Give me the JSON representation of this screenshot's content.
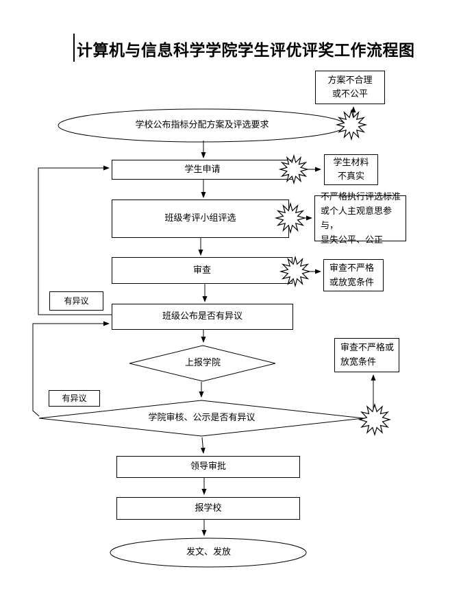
{
  "title": "计算机与信息科学学院学生评优评奖工作流程图",
  "flow": {
    "school_publish": "学校公布指标分配方案及评选要求",
    "student_apply": "学生申请",
    "class_committee": "班级考评小组评选",
    "review": "审查",
    "class_publish": "班级公布是否有异议",
    "report_college": "上报学院",
    "college_review": "学院审核、公示是否有异议",
    "leader_approve": "领导审批",
    "report_school": "报学校",
    "issue": "发文、发放"
  },
  "callouts": {
    "plan_unreasonable": {
      "lines": [
        "方案不合理",
        "或不公平"
      ]
    },
    "student_material": {
      "lines": [
        "学生材料",
        "不真实"
      ]
    },
    "not_strict_standard": {
      "lines": [
        "不严格执行评选标准",
        "或个人主观意思参与，",
        "显失公平、公正"
      ]
    },
    "review_not_strict_1": {
      "lines": [
        "审查不严格",
        "或放宽条件"
      ]
    },
    "review_not_strict_2": {
      "lines": [
        "审查不严格或",
        "放宽条件"
      ]
    },
    "objection_1": "有异议",
    "objection_2": "有异议"
  },
  "colors": {
    "line": "#000000",
    "text": "#000000",
    "background": "#ffffff"
  }
}
